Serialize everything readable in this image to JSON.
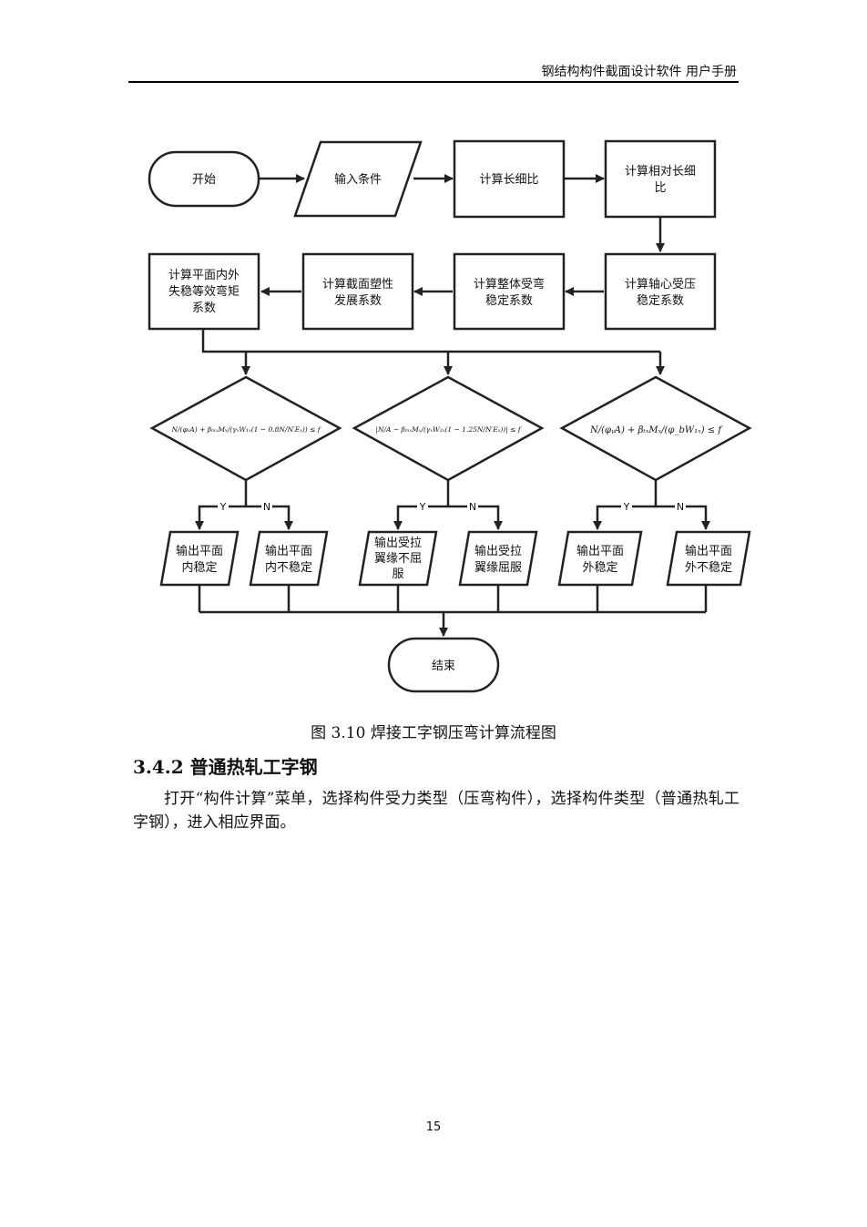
{
  "header": {
    "title": "钢结构构件截面设计软件  用户手册"
  },
  "flowchart": {
    "start": "开始",
    "input": "输入条件",
    "step1": "计算长细比",
    "step2": [
      "计算相对长细",
      "比"
    ],
    "step3": [
      "计算轴心受压",
      "稳定系数"
    ],
    "step4": [
      "计算整体受弯",
      "稳定系数"
    ],
    "step5": [
      "计算截面塑性",
      "发展系数"
    ],
    "step6": [
      "计算平面内外",
      "失稳等效弯矩",
      "系数"
    ],
    "cond1": "N/(φₓA) + βₘₓMₓ/(γₓW₁ₓ(1 − 0.8N/N′Eₓ)) ≤ f",
    "cond2": "|N/A − βₘₓMₓ/(γₓW₂ₓ(1 − 1.25N/N′Eₓ))| ≤ f",
    "cond3": "N/(φᵧA) + βₜₓMₓ/(φ_bW₁ₓ) ≤ f",
    "yes": "Y",
    "no": "N",
    "out1": [
      "输出平面",
      "内稳定"
    ],
    "out2": [
      "输出平面",
      "内不稳定"
    ],
    "out3": [
      "输出受拉",
      "翼缘不屈",
      "服"
    ],
    "out4": [
      "输出受拉",
      "翼缘屈服"
    ],
    "out5": [
      "输出平面",
      "外稳定"
    ],
    "out6": [
      "输出平面",
      "外不稳定"
    ],
    "end": "结束"
  },
  "caption": "图 3.10  焊接工字钢压弯计算流程图",
  "section": {
    "heading": "3.4.2 普通热轧工字钢"
  },
  "paragraph": "打开“构件计算”菜单，选择构件受力类型（压弯构件），选择构件类型（普通热轧工字钢），进入相应界面。",
  "page_number": "15"
}
